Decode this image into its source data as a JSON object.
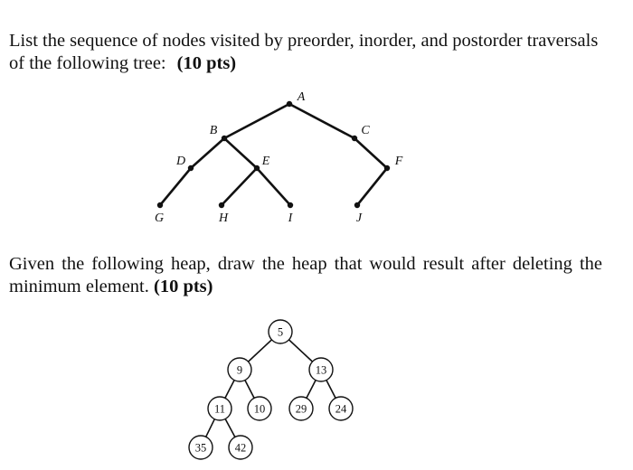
{
  "question1": {
    "text": "List the sequence of nodes visited by preorder, inorder, and postorder traversals of the following tree:",
    "points": "(10 pts)"
  },
  "tree": {
    "nodes": [
      {
        "id": "A",
        "label": "A"
      },
      {
        "id": "B",
        "label": "B"
      },
      {
        "id": "C",
        "label": "C"
      },
      {
        "id": "D",
        "label": "D"
      },
      {
        "id": "E",
        "label": "E"
      },
      {
        "id": "F",
        "label": "F"
      },
      {
        "id": "G",
        "label": "G"
      },
      {
        "id": "H",
        "label": "H"
      },
      {
        "id": "I",
        "label": "I"
      },
      {
        "id": "J",
        "label": "J"
      }
    ],
    "edges": [
      [
        "A",
        "B"
      ],
      [
        "A",
        "C"
      ],
      [
        "B",
        "D"
      ],
      [
        "B",
        "E"
      ],
      [
        "C",
        "F"
      ],
      [
        "D",
        "G"
      ],
      [
        "E",
        "H"
      ],
      [
        "E",
        "I"
      ],
      [
        "F",
        "J"
      ]
    ]
  },
  "question2": {
    "text": "Given the following heap, draw the heap that would result after deleting the minimum element.",
    "points": "(10 pts)"
  },
  "heap": {
    "nodes": [
      {
        "id": "n5",
        "value": "5"
      },
      {
        "id": "n9",
        "value": "9"
      },
      {
        "id": "n13",
        "value": "13"
      },
      {
        "id": "n11",
        "value": "11"
      },
      {
        "id": "n10",
        "value": "10"
      },
      {
        "id": "n29",
        "value": "29"
      },
      {
        "id": "n24",
        "value": "24"
      },
      {
        "id": "n35",
        "value": "35"
      },
      {
        "id": "n42",
        "value": "42"
      }
    ],
    "edges": [
      [
        "n5",
        "n9"
      ],
      [
        "n5",
        "n13"
      ],
      [
        "n9",
        "n11"
      ],
      [
        "n9",
        "n10"
      ],
      [
        "n13",
        "n29"
      ],
      [
        "n13",
        "n24"
      ],
      [
        "n11",
        "n35"
      ],
      [
        "n11",
        "n42"
      ]
    ]
  }
}
